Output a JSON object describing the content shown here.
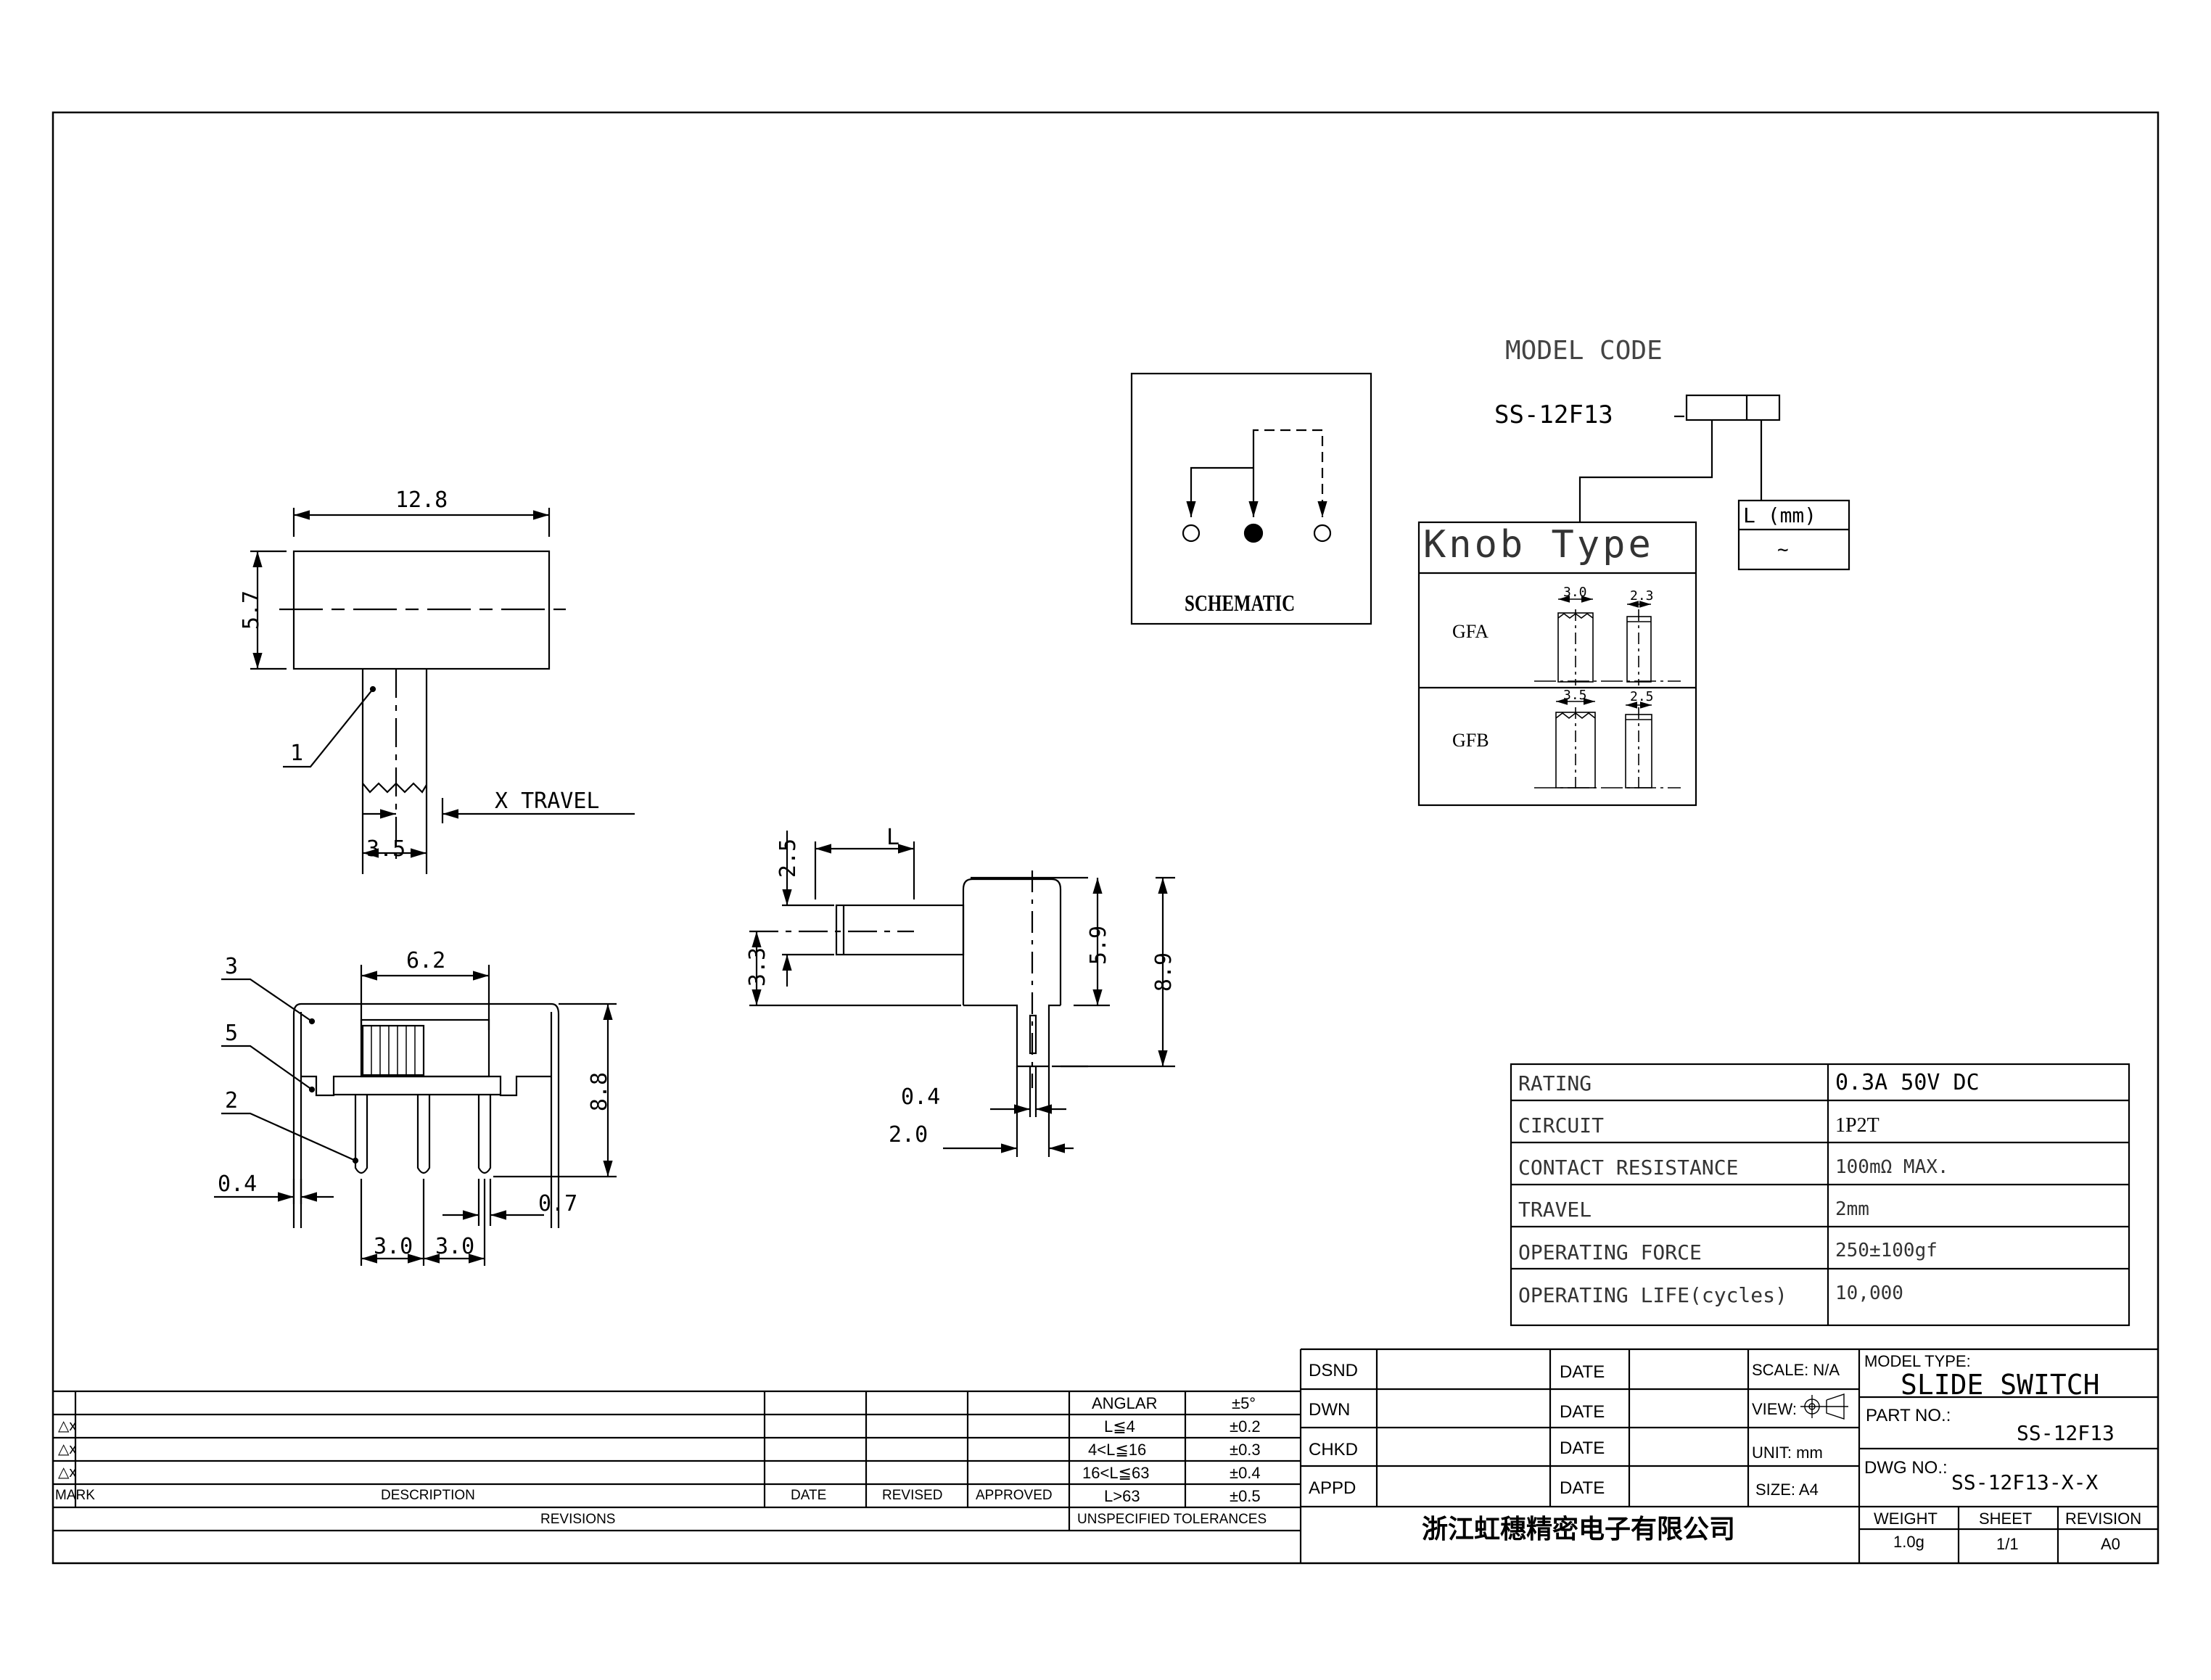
{
  "top_view": {
    "dim_width": "12.8",
    "dim_height": "5.7",
    "dim_knob": "3.5",
    "callout_1": "1",
    "travel_label": "X TRAVEL"
  },
  "front_view": {
    "dim_top": "6.2",
    "dim_height": "8.8",
    "dim_pin_left": "0.4",
    "dim_pin_right": "0.7",
    "dim_pitch_1": "3.0",
    "dim_pitch_2": "3.0",
    "callout_3": "3",
    "callout_5": "5",
    "callout_2": "2"
  },
  "side_view": {
    "dim_L": "L",
    "dim_2_5": "2.5",
    "dim_3_3": "3.3",
    "dim_5_9": "5.9",
    "dim_8_9": "8.9",
    "dim_0_4": "0.4",
    "dim_2_0": "2.0"
  },
  "schematic": {
    "title": "SCHEMATIC"
  },
  "model_code": {
    "heading": "MODEL CODE",
    "prefix": "SS-12F13",
    "dash": "-",
    "knob_type_title": "Knob Type",
    "length_title": "L (mm)",
    "length_value": "~",
    "knobs": [
      {
        "name": "GFA",
        "dim_a": "3.0",
        "dim_b": "2.3"
      },
      {
        "name": "GFB",
        "dim_a": "3.5",
        "dim_b": "2.5"
      }
    ]
  },
  "specs": [
    {
      "label": "RATING",
      "value": "0.3A 50V DC"
    },
    {
      "label": "CIRCUIT",
      "value": "1P2T"
    },
    {
      "label": "CONTACT RESISTANCE",
      "value": "100mΩ MAX."
    },
    {
      "label": "TRAVEL",
      "value": "2mm"
    },
    {
      "label": "OPERATING FORCE",
      "value": "250±100gf"
    },
    {
      "label": "OPERATING LIFE(cycles)",
      "value": "10,000"
    }
  ],
  "revisions": {
    "marks": [
      "△x",
      "△x",
      "△x"
    ],
    "headers": {
      "mark": "MARK",
      "description": "DESCRIPTION",
      "date": "DATE",
      "revised": "REVISED",
      "approved": "APPROVED"
    },
    "footer": "REVISIONS"
  },
  "tolerances": {
    "rows": [
      {
        "range": "ANGLAR",
        "tol": "±5°"
      },
      {
        "range": "L≦4",
        "tol": "±0.2"
      },
      {
        "range": "4<L≦16",
        "tol": "±0.3"
      },
      {
        "range": "16<L≦63",
        "tol": "±0.4"
      },
      {
        "range": "L>63",
        "tol": "±0.5"
      }
    ],
    "footer": "UNSPECIFIED TOLERANCES"
  },
  "title_block": {
    "roles": [
      {
        "role": "DSND",
        "date_label": "DATE",
        "info": "SCALE: N/A"
      },
      {
        "role": "DWN",
        "date_label": "DATE",
        "info": "VIEW:"
      },
      {
        "role": "CHKD",
        "date_label": "DATE",
        "info": "UNIT: mm"
      },
      {
        "role": "APPD",
        "date_label": "DATE",
        "info": "SIZE: A4"
      }
    ],
    "company": "浙江虹穗精密电子有限公司",
    "model_type_label": "MODEL TYPE:",
    "model_type": "SLIDE SWITCH",
    "part_no_label": "PART NO.:",
    "part_no": "SS-12F13",
    "dwg_no_label": "DWG NO.:",
    "dwg_no": "SS-12F13-X-X",
    "weight_label": "WEIGHT",
    "weight": "1.0g",
    "sheet_label": "SHEET",
    "sheet": "1/1",
    "revision_label": "REVISION",
    "revision": "A0"
  }
}
